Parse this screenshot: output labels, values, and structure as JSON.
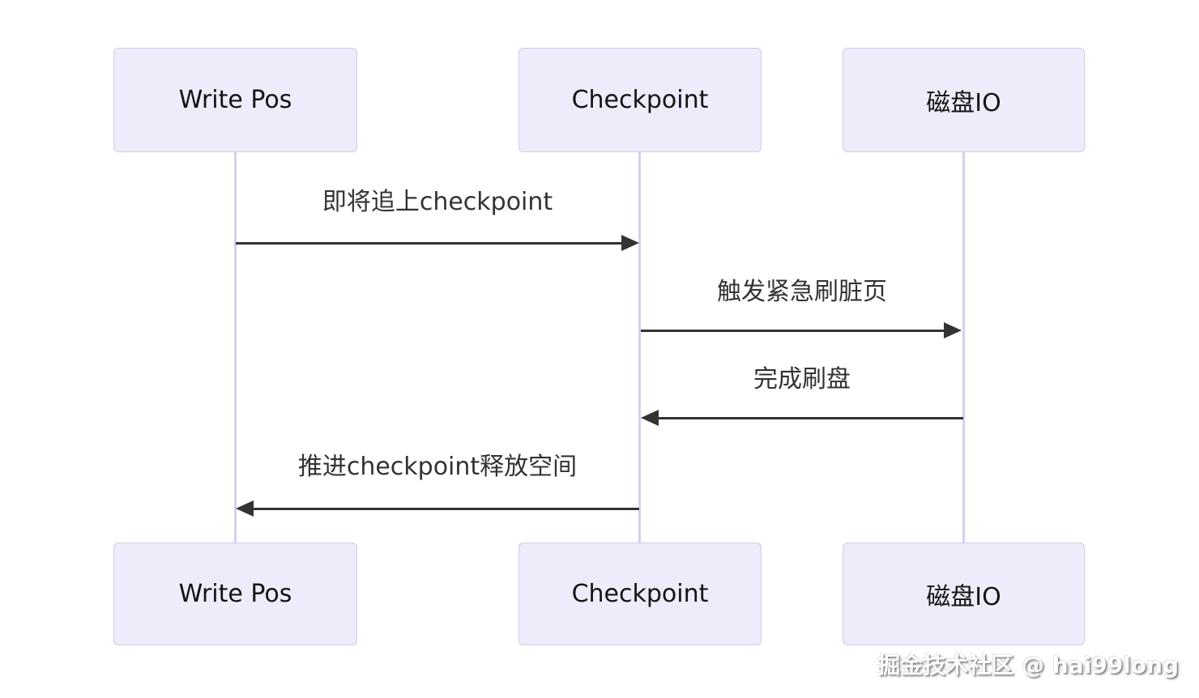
{
  "diagram": {
    "type": "sequence",
    "actors": [
      {
        "id": "write-pos",
        "label": "Write Pos"
      },
      {
        "id": "checkpoint",
        "label": "Checkpoint"
      },
      {
        "id": "disk-io",
        "label": "磁盘IO"
      }
    ],
    "messages": [
      {
        "from": "write-pos",
        "to": "checkpoint",
        "direction": "right",
        "label": "即将追上checkpoint"
      },
      {
        "from": "checkpoint",
        "to": "disk-io",
        "direction": "right",
        "label": "触发紧急刷脏页"
      },
      {
        "from": "disk-io",
        "to": "checkpoint",
        "direction": "left",
        "label": "完成刷盘"
      },
      {
        "from": "checkpoint",
        "to": "write-pos",
        "direction": "left",
        "label": "推进checkpoint释放空间"
      }
    ],
    "watermark": "掘金技术社区 @ hai99long",
    "colors": {
      "actor_fill": "#ececfa",
      "actor_border": "#d0cde8",
      "lifeline": "#d6d0ee",
      "arrow": "#333333",
      "message_text": "#333333",
      "actor_text": "#141414",
      "watermark_text": "#fdfdfd"
    }
  }
}
